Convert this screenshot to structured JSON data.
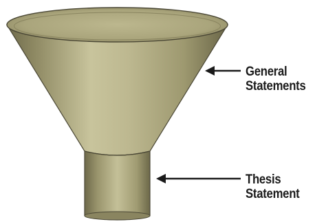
{
  "labels": {
    "general": {
      "line1": "General",
      "line2": "Statements"
    },
    "thesis": {
      "line1": "Thesis",
      "line2": "Statement"
    }
  },
  "colors": {
    "funnel_light": "#c8c49c",
    "funnel_mid": "#a6a178",
    "funnel_dark": "#6f6b4c",
    "rim_inner": "#b6b288",
    "outline": "#4a4735",
    "arrow": "#1a1a1a",
    "text": "#1a1a1a"
  }
}
